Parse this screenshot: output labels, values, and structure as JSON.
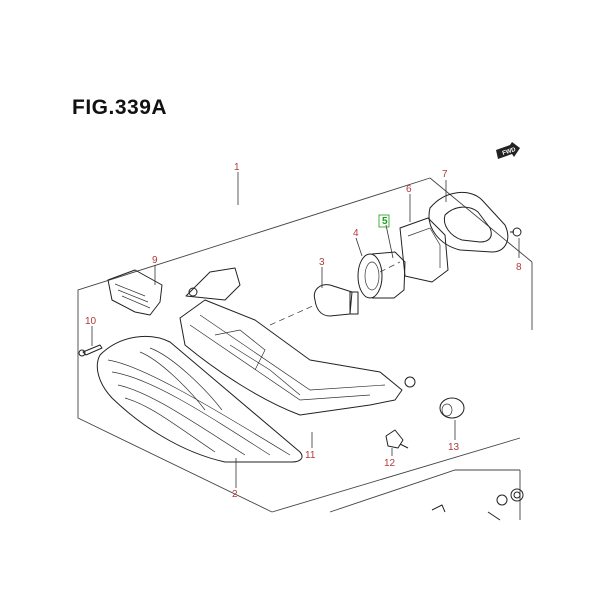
{
  "figure": {
    "title": "FIG.339A",
    "direction_badge": "FWD",
    "parts": [
      {
        "number": "1",
        "highlighted": false
      },
      {
        "number": "2",
        "highlighted": false
      },
      {
        "number": "3",
        "highlighted": false
      },
      {
        "number": "4",
        "highlighted": false
      },
      {
        "number": "5",
        "highlighted": true
      },
      {
        "number": "6",
        "highlighted": false
      },
      {
        "number": "7",
        "highlighted": false
      },
      {
        "number": "8",
        "highlighted": false
      },
      {
        "number": "9",
        "highlighted": false
      },
      {
        "number": "10",
        "highlighted": false
      },
      {
        "number": "11",
        "highlighted": false
      },
      {
        "number": "12",
        "highlighted": false
      },
      {
        "number": "13",
        "highlighted": false
      }
    ]
  },
  "colors": {
    "callout_text": "#b23a3a",
    "highlight": "#1a9e1a",
    "lines": "#222222"
  }
}
